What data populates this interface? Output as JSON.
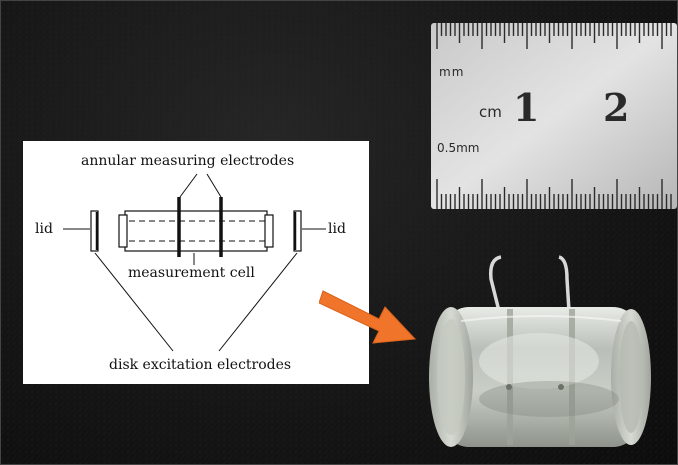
{
  "ruler": {
    "unit_mm": "mm",
    "unit_cm": "cm",
    "mark_1": "1",
    "mark_2": "2",
    "half_mm": "0.5mm"
  },
  "diagram": {
    "annular_label": "annular measuring electrodes",
    "lid_left": "lid",
    "lid_right": "lid",
    "cell_label": "measurement cell",
    "disk_label": "disk excitation electrodes"
  },
  "colors": {
    "arrow": "#f0752a",
    "background": "#131313"
  }
}
